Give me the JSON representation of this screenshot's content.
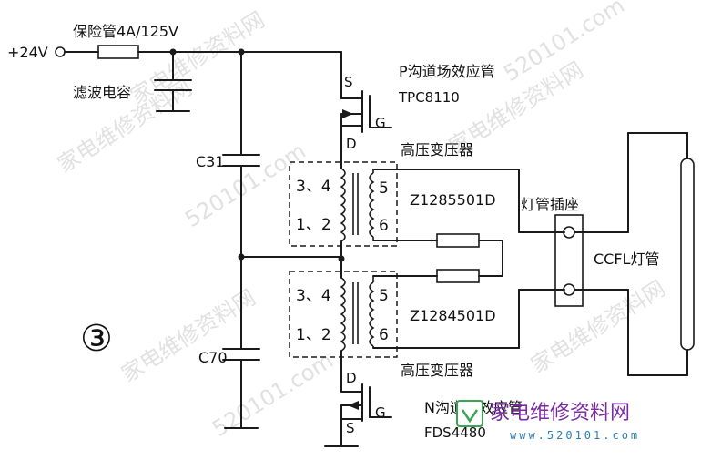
{
  "labels": {
    "supply": "+24V",
    "fuse": "保险管4A/125V",
    "filter_cap": "滤波电容",
    "p_mosfet": "P沟道场效应管",
    "p_part": "TPC8110",
    "pin_s_top": "S",
    "pin_g_top": "G",
    "pin_d_top": "D",
    "hv_transformer_top": "高压变压器",
    "t1_pins_primary_a": "3、4",
    "t1_pins_primary_b": "1、2",
    "t1_pin_5": "5",
    "t1_pin_6": "6",
    "t1_part": "Z1285501D",
    "c31": "C31",
    "lamp_socket": "灯管插座",
    "ccfl": "CCFL灯管",
    "t2_pins_primary_a": "3、4",
    "t2_pins_primary_b": "1、2",
    "t2_pin_5": "5",
    "t2_pin_6": "6",
    "t2_part": "Z1284501D",
    "circle_num": "③",
    "c70": "C70",
    "hv_transformer_bottom": "高压变压器",
    "pin_d_bot": "D",
    "pin_g_bot": "G",
    "pin_s_bot": "S",
    "n_mosfet": "N沟道场效应管",
    "n_part": "FDS4480"
  },
  "watermark": {
    "text_cn": "家电维修资料网",
    "text_num": "520101.com"
  },
  "logo": {
    "title": "家电维修资料网",
    "url": "www.520101.com",
    "color_title": "#7a2da0",
    "color_url": "#2a7fb8"
  }
}
